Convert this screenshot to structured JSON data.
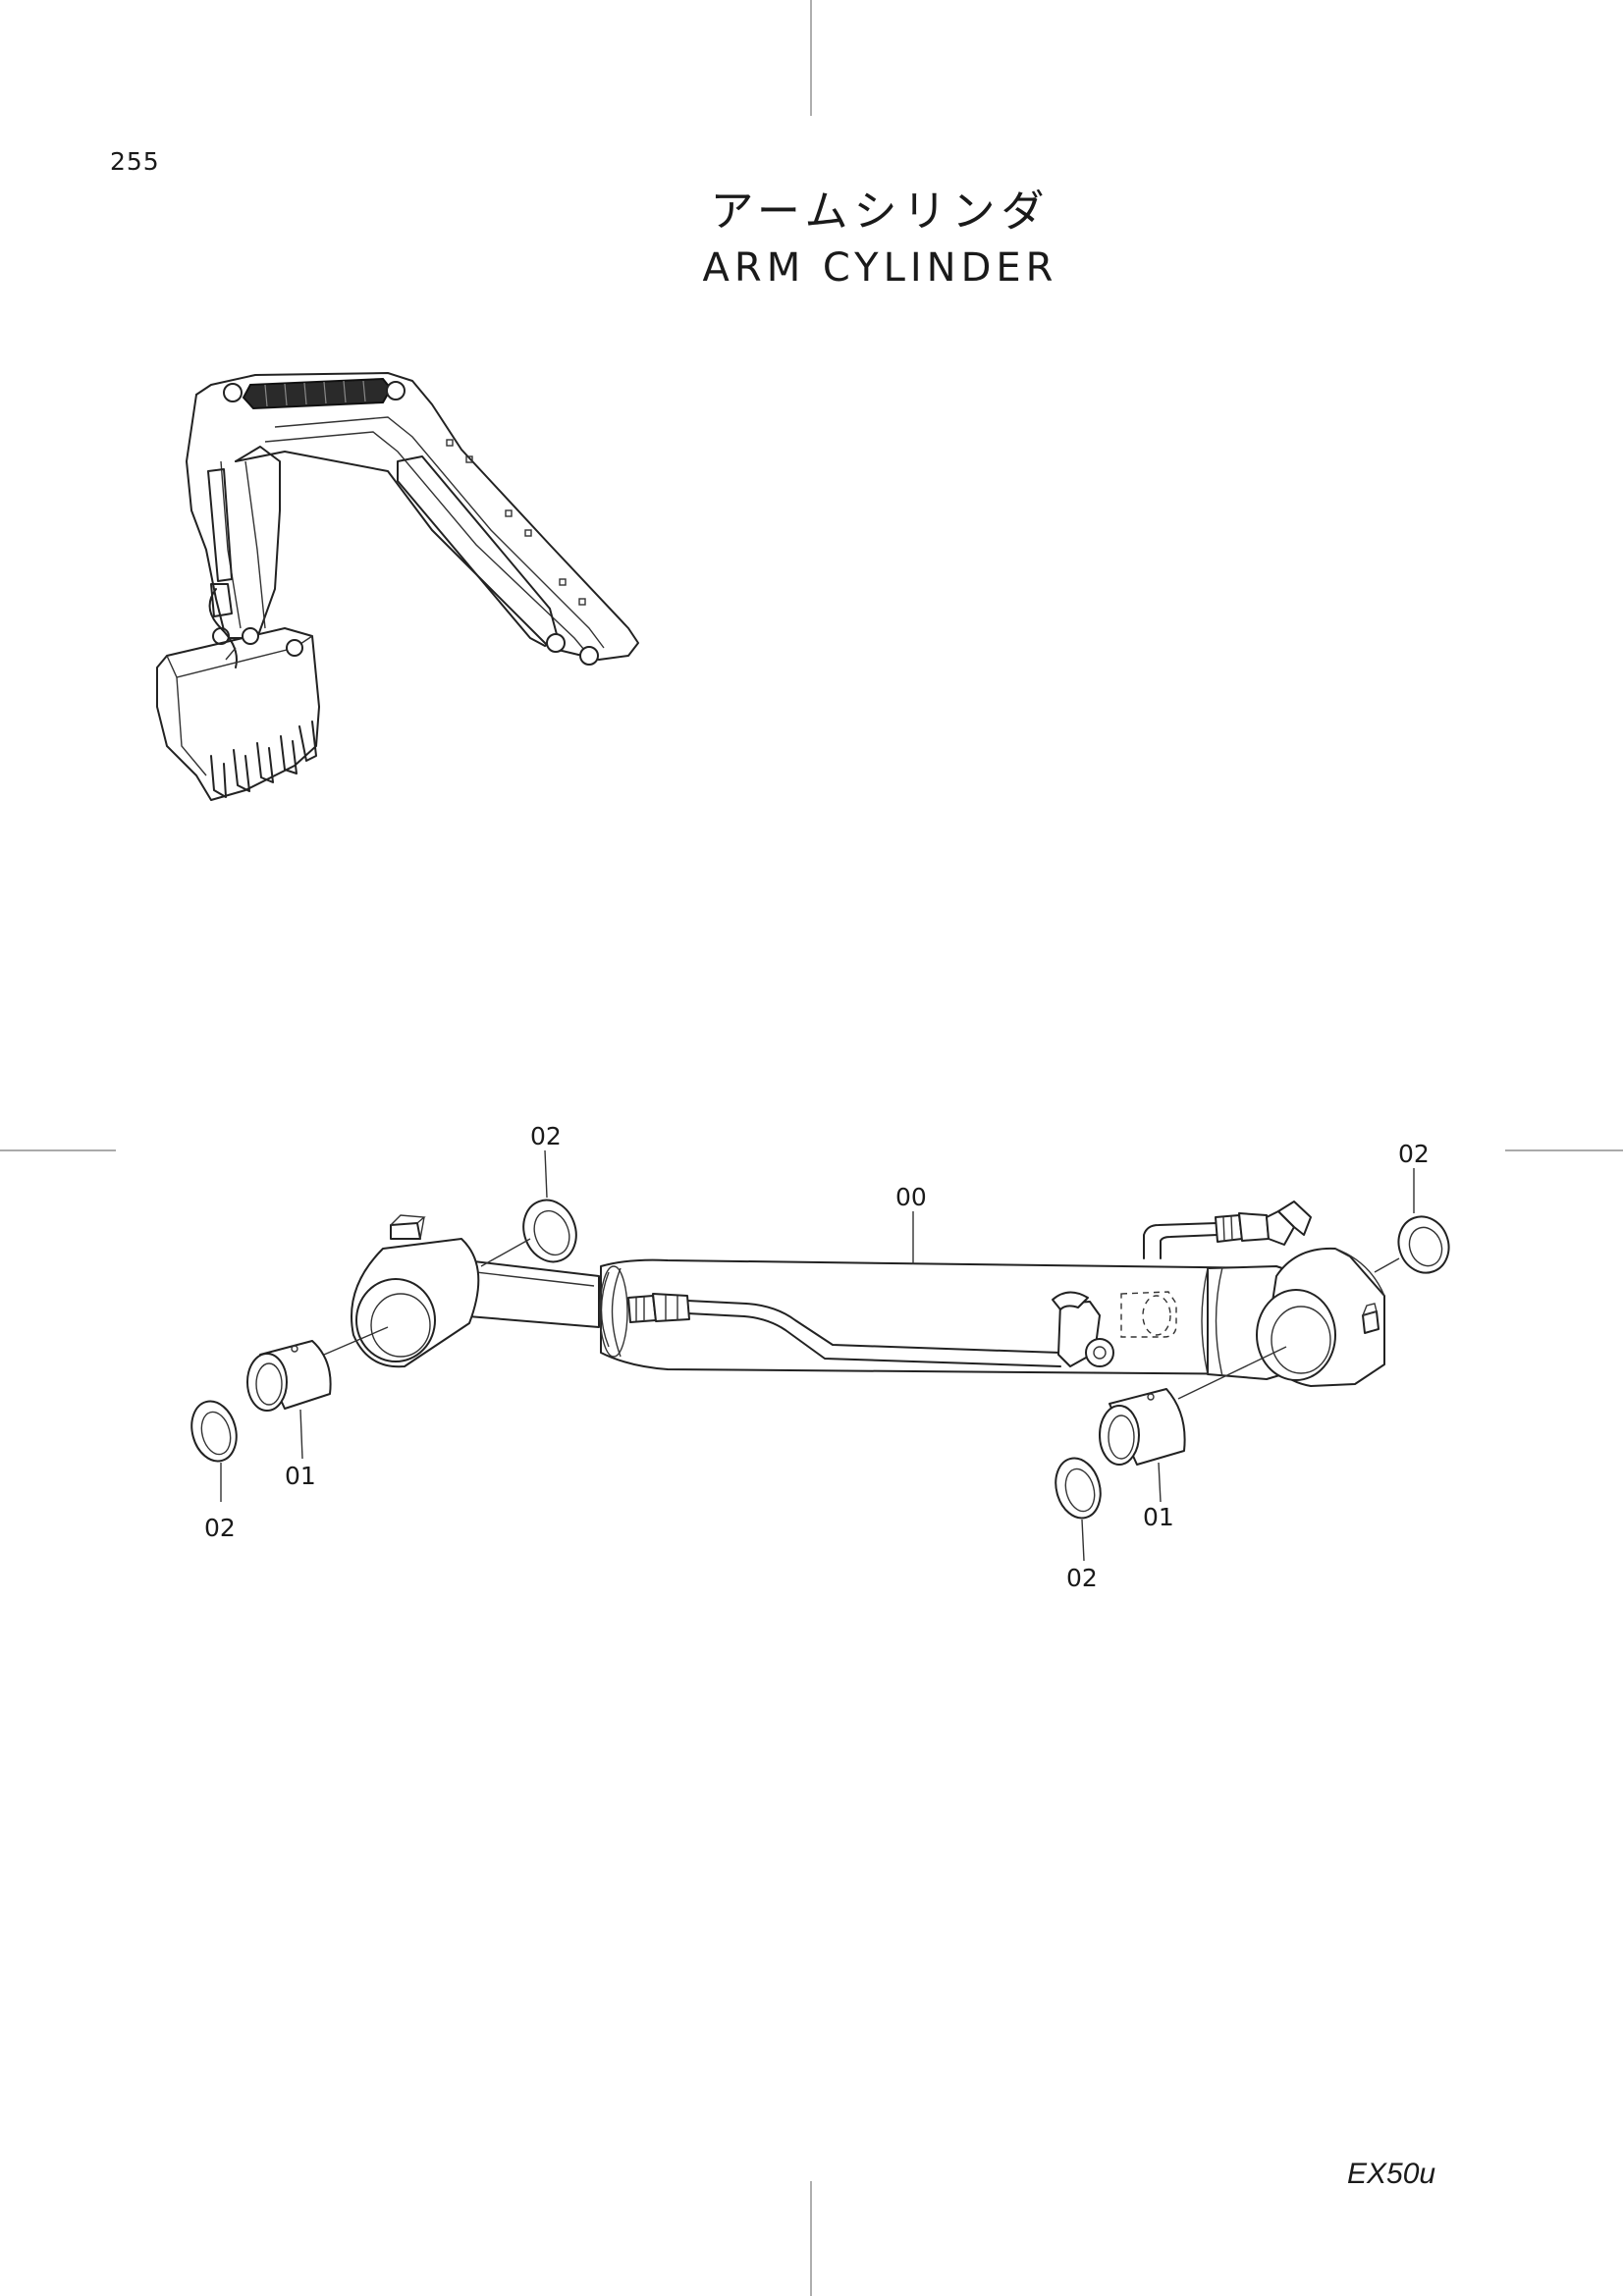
{
  "page": {
    "number": "255",
    "title_jp": "アームシリンダ",
    "title_en": "ARM  CYLINDER",
    "model": "EX50u"
  },
  "callouts": {
    "c00": "00",
    "c01_left": "01",
    "c01_right": "01",
    "c02_top_left": "02",
    "c02_bottom_left": "02",
    "c02_top_right": "02",
    "c02_bottom_right": "02"
  },
  "colors": {
    "ink": "#222222",
    "paper": "#ffffff"
  }
}
